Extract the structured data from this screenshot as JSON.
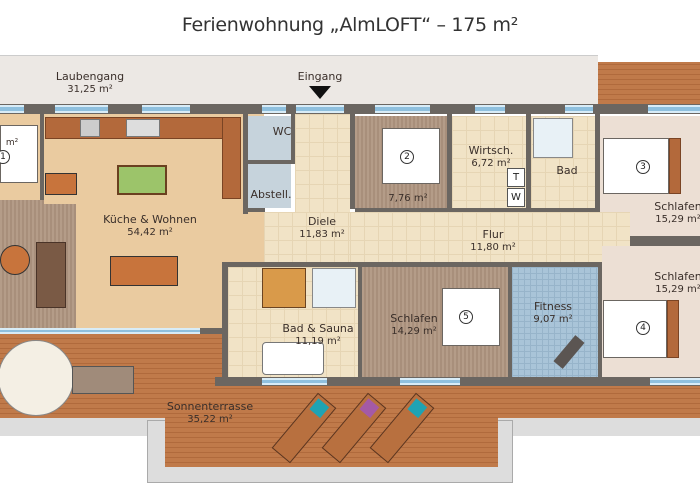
{
  "title": "Ferienwohnung „AlmLOFT“ – 175 m²",
  "entrance": {
    "label": "Eingang",
    "icon": "arrow-down-icon"
  },
  "rooms": {
    "laubengang": {
      "name": "Laubengang",
      "area": "31,25 m²"
    },
    "room1": {
      "area": "m²",
      "number": "1"
    },
    "kueche": {
      "name": "Küche & Wohnen",
      "area": "54,42 m²"
    },
    "wc": {
      "name": "WC"
    },
    "abstell": {
      "name": "Abstell."
    },
    "diele": {
      "name": "Diele",
      "area": "11,83 m²"
    },
    "room2": {
      "area": "7,76 m²",
      "number": "2"
    },
    "wirtsch": {
      "name": "Wirtsch.",
      "area": "6,72 m²",
      "t": "T",
      "w": "W"
    },
    "bad": {
      "name": "Bad"
    },
    "room3": {
      "name": "Schlafen",
      "area": "15,29 m²",
      "number": "3"
    },
    "flur": {
      "name": "Flur",
      "area": "11,80 m²"
    },
    "sauna": {
      "name": "Bad & Sauna",
      "area": "11,19 m²"
    },
    "room5": {
      "name": "Schlafen",
      "area": "14,29 m²",
      "number": "5"
    },
    "fitness": {
      "name": "Fitness",
      "area": "9,07 m²"
    },
    "room4": {
      "name": "Schlafen",
      "area": "15,29 m²",
      "number": "4"
    },
    "terrasse": {
      "name": "Sonnenterrasse",
      "area": "35,22 m²"
    }
  },
  "colors": {
    "wall": "#6b6661",
    "window": "#8fc0de",
    "deck": "#c07a4a",
    "fitness": "#a9c4d8"
  }
}
